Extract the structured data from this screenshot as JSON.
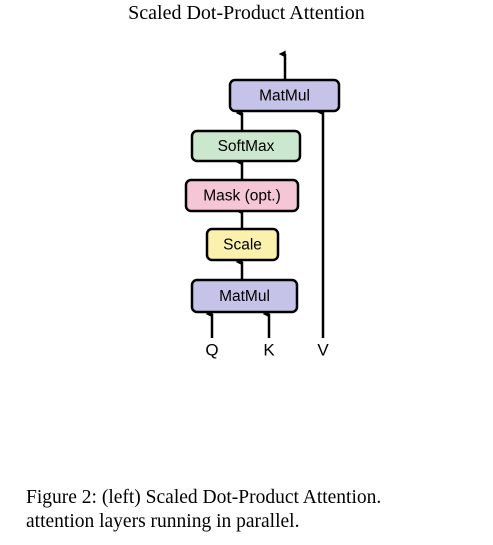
{
  "title": "Scaled Dot-Product Attention",
  "blocks": {
    "matmul_top": "MatMul",
    "softmax": "SoftMax",
    "mask": "Mask (opt.)",
    "scale": "Scale",
    "matmul_bottom": "MatMul"
  },
  "inputs": {
    "q": "Q",
    "k": "K",
    "v": "V"
  },
  "colors": {
    "matmul": "#c6c3e8",
    "softmax": "#cbe8cf",
    "mask": "#f5c6d6",
    "scale": "#fbf1ad"
  },
  "caption": {
    "line1": "Figure 2: (left) Scaled Dot-Product Attention.",
    "line2": "attention layers running in parallel."
  }
}
